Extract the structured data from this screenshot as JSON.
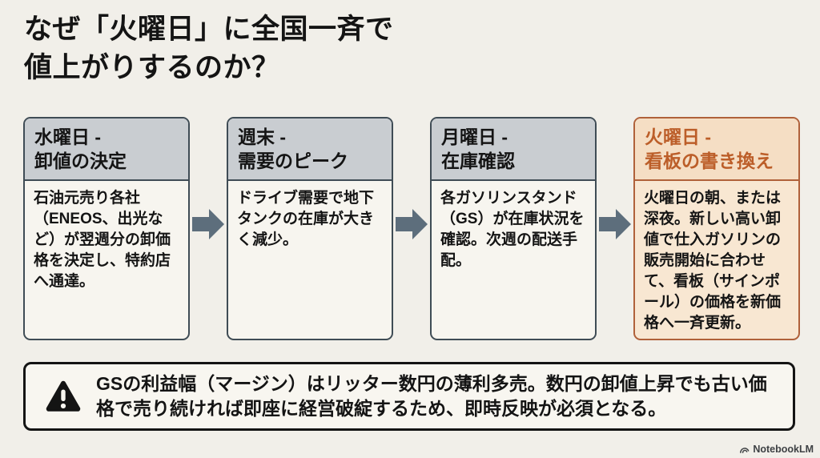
{
  "title": {
    "line1": "なぜ「火曜日」に全国一斉で",
    "line2": "値上がりするのか？"
  },
  "flow": {
    "steps": [
      {
        "id": "wednesday",
        "title_line1": "水曜日 -",
        "title_line2": "卸値の決定",
        "body": "石油元売り各社（ENEOS、出光など）が翌週分の卸価格を決定し、特約店へ通達。",
        "highlighted": false
      },
      {
        "id": "weekend",
        "title_line1": "週末 -",
        "title_line2": "需要のピーク",
        "body": "ドライブ需要で地下タンクの在庫が大きく減少。",
        "highlighted": false
      },
      {
        "id": "monday",
        "title_line1": "月曜日 -",
        "title_line2": "在庫確認",
        "body": "各ガソリンスタンド（GS）が在庫状況を確認。次週の配送手配。",
        "highlighted": false
      },
      {
        "id": "tuesday",
        "title_line1": "火曜日 -",
        "title_line2": "看板の書き換え",
        "body": "火曜日の朝、または深夜。新しい高い卸値で仕入ガソリンの販売開始に合わせて、看板（サインポール）の価格を新価格へ一斉更新。",
        "highlighted": true
      }
    ]
  },
  "warning": {
    "text": "GSの利益幅（マージン）はリッター数円の薄利多売。数円の卸値上昇でも古い価格で売り続ければ即座に経営破綻するため、即時反映が必須となる。"
  },
  "watermark": {
    "label": "NotebookLM"
  },
  "colors": {
    "background": "#f1efe9",
    "text": "#141414",
    "card_border": "#3f4c55",
    "card_header_bg": "#c9cdd1",
    "card_body_bg": "#f7f5ef",
    "highlight_border": "#b0613a",
    "highlight_header_bg": "#f5dec4",
    "highlight_body_bg": "#f8e7d2",
    "highlight_text": "#bc5e29",
    "arrow": "#5d6e7c",
    "warning_border": "#141414",
    "warning_bg": "#f8f6f0",
    "watermark_color": "#3e4144"
  }
}
